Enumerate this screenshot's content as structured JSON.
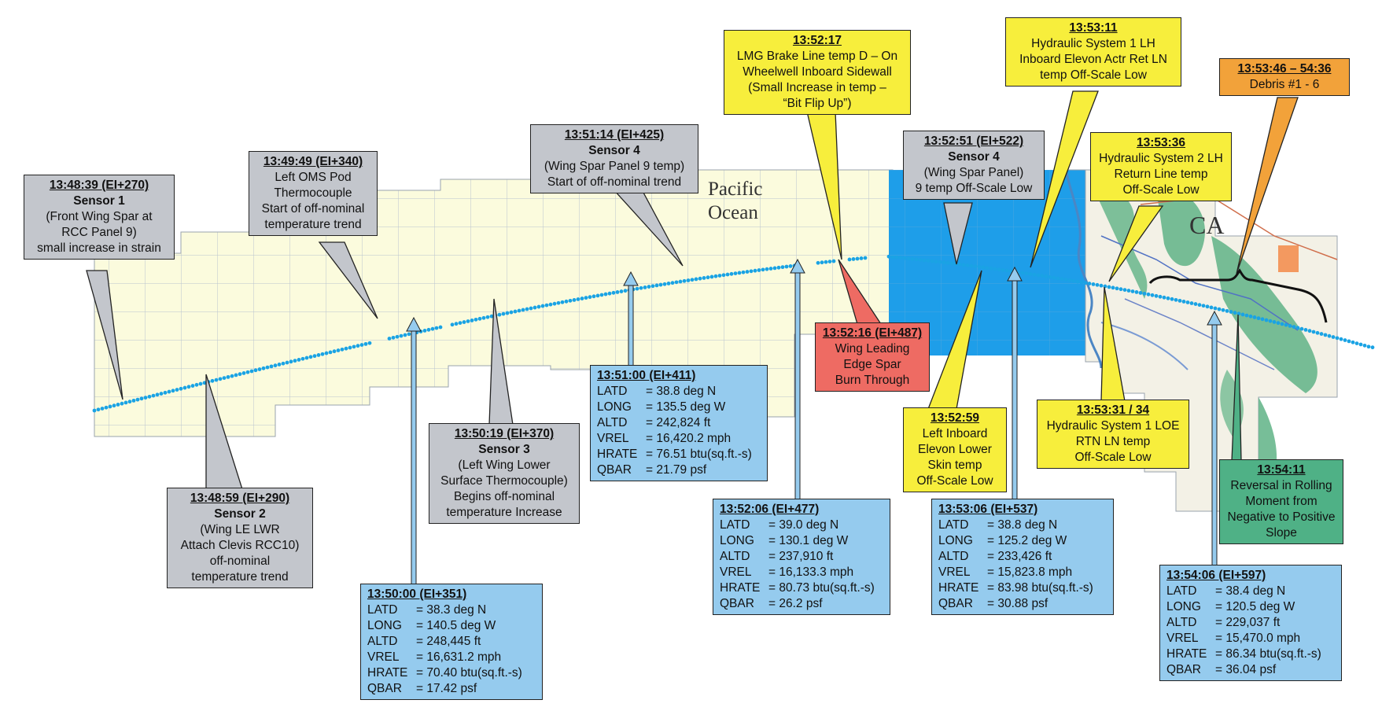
{
  "map": {
    "ocean_label": "Pacific\nOcean",
    "state_label": "CA",
    "colors": {
      "grid_bg": "#fbfbdd",
      "ocean_blue": "#1e9ee9",
      "track": "#1aa3e4",
      "land_green": "#5fb386"
    }
  },
  "callouts": {
    "sensor1": {
      "time": "13:48:39 (EI+270)",
      "title": "Sensor 1",
      "lines": [
        "(Front Wing Spar at",
        "RCC Panel 9)",
        "small increase in strain"
      ]
    },
    "sensor2": {
      "time": "13:48:59 (EI+290)",
      "title": "Sensor 2",
      "lines": [
        "(Wing LE LWR",
        "Attach Clevis RCC10)",
        "off-nominal",
        "temperature trend"
      ]
    },
    "oms": {
      "time": "13:49:49 (EI+340)",
      "lines": [
        "Left OMS Pod",
        "Thermocouple",
        "Start of off-nominal",
        "temperature trend"
      ]
    },
    "sensor3": {
      "time": "13:50:19 (EI+370)",
      "title": "Sensor 3",
      "lines": [
        "(Left Wing Lower",
        "Surface Thermocouple)",
        "Begins off-nominal",
        "temperature Increase"
      ]
    },
    "sensor4a": {
      "time": "13:51:14 (EI+425)",
      "title": "Sensor 4",
      "lines": [
        "(Wing Spar Panel 9 temp)",
        "Start of off-nominal trend"
      ]
    },
    "sensor4b": {
      "time": "13:52:51 (EI+522)",
      "title": "Sensor 4",
      "lines": [
        "(Wing Spar Panel)",
        "9 temp Off-Scale Low"
      ]
    },
    "lmg": {
      "time": "13:52:17",
      "lines": [
        "LMG Brake Line temp D – On",
        "Wheelwell Inboard Sidewall",
        "(Small Increase in temp –",
        "“Bit Flip Up”)"
      ]
    },
    "hyd1": {
      "time": "13:53:11",
      "lines": [
        "Hydraulic System 1 LH",
        "Inboard Elevon Actr Ret LN",
        "temp Off-Scale Low"
      ]
    },
    "hyd2": {
      "time": "13:53:36",
      "lines": [
        "Hydraulic System 2 LH",
        "Return Line temp",
        "Off-Scale Low"
      ]
    },
    "debris": {
      "time": "13:53:46 – 54:36",
      "lines": [
        "Debris #1 - 6"
      ]
    },
    "burn": {
      "time": "13:52:16 (EI+487)",
      "lines": [
        "Wing Leading",
        "Edge Spar",
        "Burn Through"
      ]
    },
    "elevon": {
      "time": "13:52:59",
      "lines": [
        "Left Inboard",
        "Elevon Lower",
        "Skin temp",
        "Off-Scale Low"
      ]
    },
    "hyd1loe": {
      "time": "13:53:31 / 34",
      "lines": [
        "Hydraulic System 1 LOE",
        "RTN LN temp",
        "Off-Scale Low"
      ]
    },
    "reversal": {
      "time": "13:54:11",
      "lines": [
        "Reversal in Rolling",
        "Moment from",
        "Negative to Positive",
        "Slope"
      ]
    }
  },
  "data_boxes": {
    "d1": {
      "time": "13:50:00 (EI+351)",
      "rows": [
        [
          "LATD",
          "= 38.3 deg N"
        ],
        [
          "LONG",
          "= 140.5 deg W"
        ],
        [
          "ALTD",
          "= 248,445 ft"
        ],
        [
          "VREL",
          "= 16,631.2 mph"
        ],
        [
          "HRATE",
          "= 70.40 btu(sq.ft.-s)"
        ],
        [
          "QBAR",
          "= 17.42 psf"
        ]
      ]
    },
    "d2": {
      "time": "13:51:00 (EI+411)",
      "rows": [
        [
          "LATD",
          "= 38.8 deg N"
        ],
        [
          "LONG",
          "= 135.5 deg W"
        ],
        [
          "ALTD",
          "= 242,824 ft"
        ],
        [
          "VREL",
          "= 16,420.2 mph"
        ],
        [
          "HRATE",
          "= 76.51 btu(sq.ft.-s)"
        ],
        [
          "QBAR",
          "= 21.79 psf"
        ]
      ]
    },
    "d3": {
      "time": "13:52:06 (EI+477)",
      "rows": [
        [
          "LATD",
          "= 39.0 deg N"
        ],
        [
          "LONG",
          "= 130.1 deg W"
        ],
        [
          "ALTD",
          "= 237,910 ft"
        ],
        [
          "VREL",
          "= 16,133.3 mph"
        ],
        [
          "HRATE",
          "= 80.73 btu(sq.ft.-s)"
        ],
        [
          "QBAR",
          "= 26.2 psf"
        ]
      ]
    },
    "d4": {
      "time": "13:53:06 (EI+537)",
      "rows": [
        [
          "LATD",
          "= 38.8 deg N"
        ],
        [
          "LONG",
          "= 125.2 deg W"
        ],
        [
          "ALTD",
          "= 233,426 ft"
        ],
        [
          "VREL",
          "= 15,823.8 mph"
        ],
        [
          "HRATE",
          "= 83.98 btu(sq.ft.-s)"
        ],
        [
          "QBAR",
          "= 30.88 psf"
        ]
      ]
    },
    "d5": {
      "time": "13:54:06 (EI+597)",
      "rows": [
        [
          "LATD",
          "= 38.4 deg N"
        ],
        [
          "LONG",
          "= 120.5 deg W"
        ],
        [
          "ALTD",
          "= 229,037 ft"
        ],
        [
          "VREL",
          "= 15,470.0 mph"
        ],
        [
          "HRATE",
          "= 86.34 btu(sq.ft.-s)"
        ],
        [
          "QBAR",
          "= 36.04 psf"
        ]
      ]
    }
  }
}
